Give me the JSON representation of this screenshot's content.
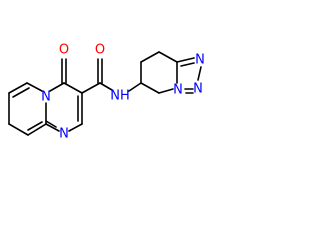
{
  "diagram": {
    "type": "chemical-structure",
    "atom_labels": {
      "carbonyl_oxygen_ring": "O",
      "ring_nitrogen_bridgehead": "N",
      "ring_nitrogen_pyrimidine": "N",
      "amide_oxygen": "O",
      "amide_nitrogen": "NH",
      "triazole_nitrogen_bridgehead": "N",
      "triazole_nitrogen_top": "N",
      "triazole_nitrogen_right": "N"
    },
    "colors": {
      "bond": "#000000",
      "oxygen": "#ff0000",
      "nitrogen": "#0000ff",
      "background": "#ffffff"
    }
  }
}
